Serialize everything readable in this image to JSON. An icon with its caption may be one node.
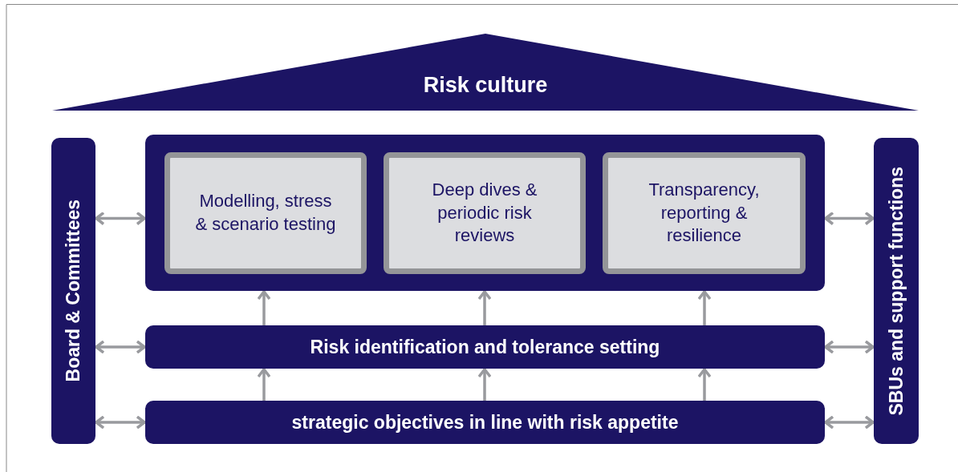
{
  "diagram": {
    "nodes": [
      {
        "text": [
          "Risk culture"
        ]
      },
      {
        "text": [
          "Board & Committees"
        ]
      },
      {
        "text": [],
        "shape": "box"
      },
      {
        "text": [
          "Modelling, stress & scenario testing"
        ],
        "in": 2
      },
      {
        "text": [
          "Deep dives & periodic risk reviews"
        ],
        "in": 2
      },
      {
        "text": [
          "Transparency, reporting & resilience"
        ],
        "in": 2
      },
      {
        "text": [
          "Risk identification and tolerance setting"
        ]
      },
      {
        "text": [
          "strategic objectives in line with risk appetite"
        ]
      },
      {
        "text": [
          "SBUs and support functions"
        ]
      }
    ],
    "edges": [
      {
        "from": 1,
        "to": 2,
        "arrow": "both"
      },
      {
        "from": 1,
        "to": 6,
        "arrow": "both"
      },
      {
        "from": 1,
        "to": 7,
        "arrow": "both"
      },
      {
        "from": 2,
        "to": 8,
        "arrow": "both"
      },
      {
        "from": 6,
        "to": 8,
        "arrow": "both"
      },
      {
        "from": 7,
        "to": 8,
        "arrow": "both"
      },
      {
        "from": 6,
        "to": 2,
        "arrow": "to"
      },
      {
        "from": 6,
        "to": 2,
        "arrow": "to"
      },
      {
        "from": 6,
        "to": 2,
        "arrow": "to"
      },
      {
        "from": 7,
        "to": 6,
        "arrow": "to"
      },
      {
        "from": 7,
        "to": 6,
        "arrow": "to"
      },
      {
        "from": 7,
        "to": 6,
        "arrow": "to"
      }
    ]
  }
}
